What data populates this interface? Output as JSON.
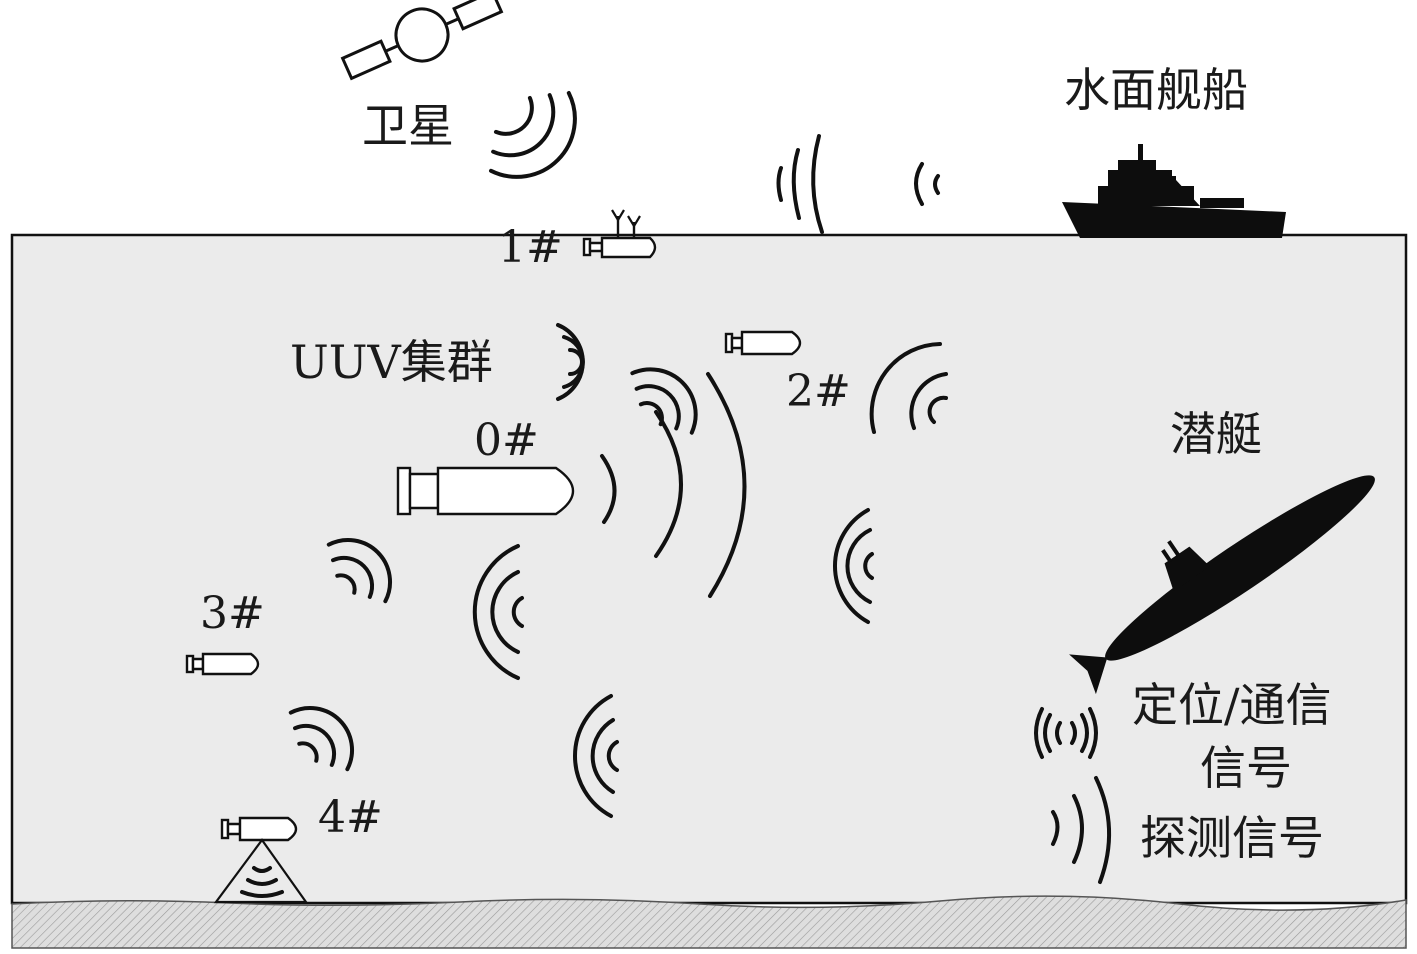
{
  "labels": {
    "satellite": "卫星",
    "surface_ship": "水面舰船",
    "uuv_cluster": "UUV集群",
    "submarine": "潜艇",
    "legend_positioning_line1": "定位/通信",
    "legend_positioning_line2": "信号",
    "legend_detection": "探测信号"
  },
  "nodes": [
    "0#",
    "1#",
    "2#",
    "3#",
    "4#"
  ],
  "colors": {
    "water": "#ebebeb",
    "seabed": "#dcdcdc",
    "ink": "#111111",
    "vessel": "#0d0d0d"
  },
  "icons": [
    "satellite-icon",
    "surface-ship-icon",
    "submarine-icon",
    "uuv-icon",
    "signal-wave-icon"
  ]
}
